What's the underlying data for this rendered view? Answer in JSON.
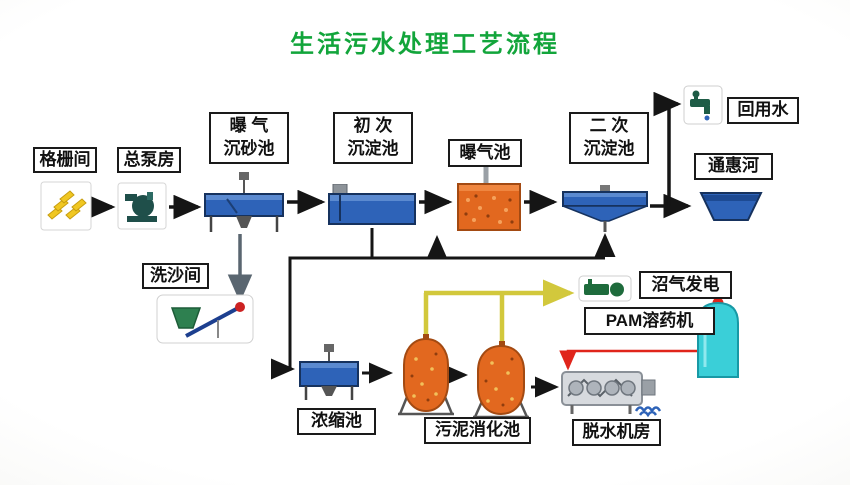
{
  "title": "生活污水处理工艺流程",
  "colors": {
    "title_green": "#12a53b",
    "line_black": "#151515",
    "tank_blue": "#2e63b8",
    "tank_blue_dark": "#16325e",
    "tank_orange": "#e2681f",
    "tank_orange_dark": "#a34a12",
    "biogas_yellow": "#d2c83c",
    "pam_red": "#e0251b",
    "pam_cyan": "#3acfd8",
    "machine_gray": "#9aa0a6"
  },
  "nodes": {
    "grid_room": {
      "label": "格栅间"
    },
    "pump_house": {
      "label": "总泵房"
    },
    "grit_chamber": {
      "label": "曝 气\n沉砂池"
    },
    "primary_tank": {
      "label": "初 次\n沉淀池"
    },
    "aeration_tank": {
      "label": "曝气池"
    },
    "secondary_tank": {
      "label": "二 次\n沉淀池"
    },
    "reuse_water": {
      "label": "回用水"
    },
    "tonghui_river": {
      "label": "通惠河"
    },
    "sand_wash": {
      "label": "洗沙间"
    },
    "thickener": {
      "label": "浓缩池"
    },
    "digester": {
      "label": "污泥消化池"
    },
    "dewatering": {
      "label": "脱水机房"
    },
    "biogas_power": {
      "label": "沼气发电"
    },
    "pam_machine": {
      "label": "PAM溶药机"
    }
  }
}
